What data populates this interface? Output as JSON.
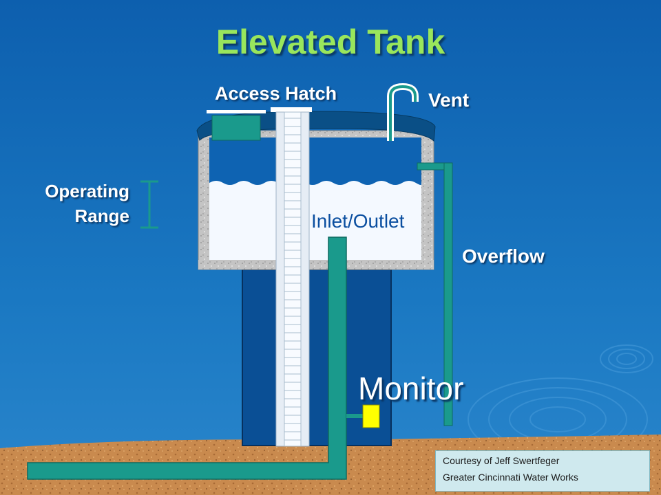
{
  "slide": {
    "title": "Elevated Tank"
  },
  "labels": {
    "access_hatch": "Access Hatch",
    "vent": "Vent",
    "operating_range_line1": "Operating",
    "operating_range_line2": "Range",
    "inlet_outlet": "Inlet/Outlet",
    "overflow": "Overflow",
    "monitor": "Monitor"
  },
  "credit": {
    "line1": "Courtesy of Jeff Swertfeger",
    "line2": "Greater Cincinnati Water Works"
  },
  "colors": {
    "background": "#0f66b4",
    "ground": "#c98a4e",
    "tank_shell": "#c9c9c9",
    "water": "#f4f9ff",
    "pipe_teal": "#1a9a8c",
    "standpipe": "#0a4f95",
    "monitor_box": "#ffff00",
    "title": "#99e65c"
  }
}
